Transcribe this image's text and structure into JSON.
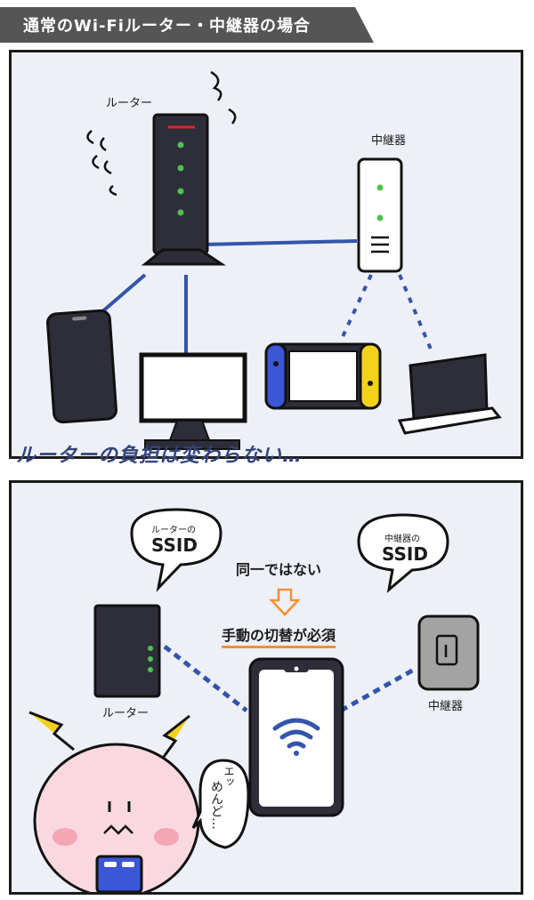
{
  "header": {
    "title": "通常のWi-Fiルーター・中継器の場合"
  },
  "panel1": {
    "router_label": "ルーター",
    "repeater_label": "中継器",
    "caption": "ルーターの負担は変わらない…"
  },
  "panel2": {
    "bubble_router_small": "ルーターの",
    "bubble_router_big": "SSID",
    "bubble_repeater_small": "中継器の",
    "bubble_repeater_big": "SSID",
    "not_same": "同一ではない",
    "manual_switch": "手動の切替が必須",
    "router_label": "ルーター",
    "repeater_label": "中継器",
    "speech_top": "エッ",
    "speech_main": "めんど…"
  },
  "colors": {
    "panel_bg": "#eef0f8",
    "link_blue": "#3355aa",
    "accent_orange": "#f3902f",
    "device_dark": "#2e2e3a"
  }
}
